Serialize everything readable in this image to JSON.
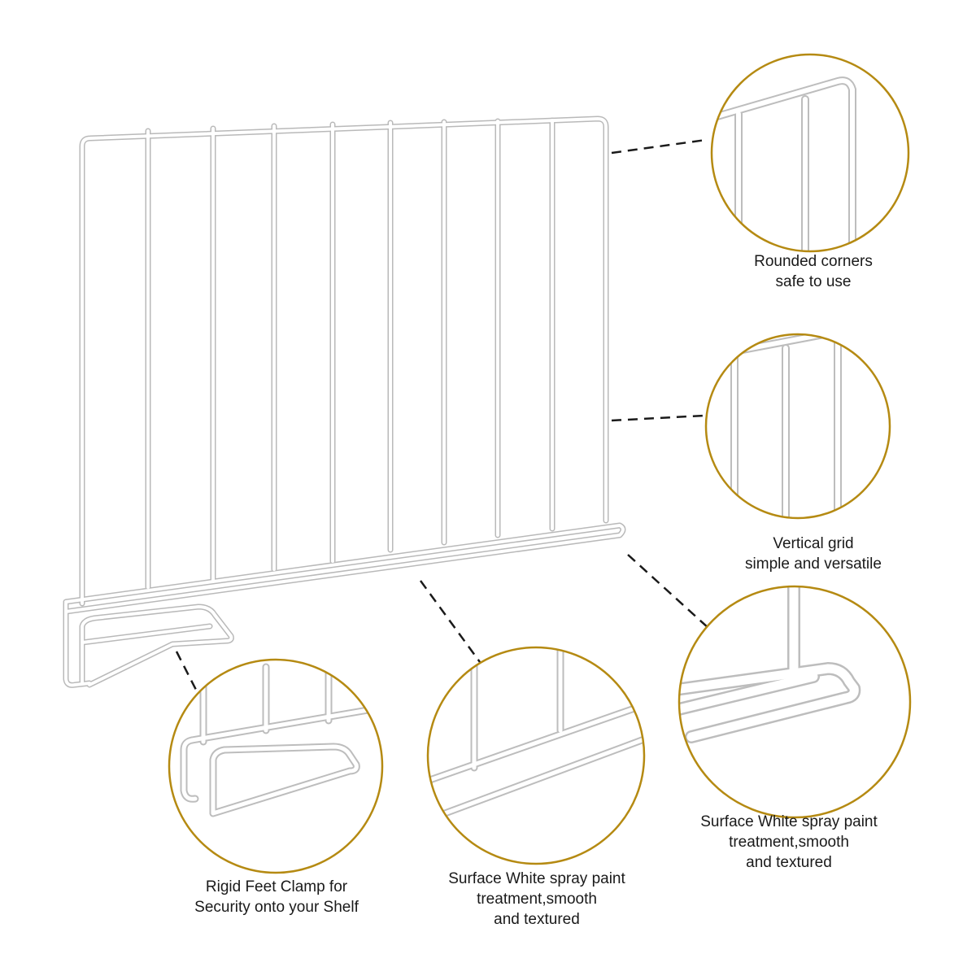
{
  "colors": {
    "background": "#ffffff",
    "ring": "#b58a12",
    "wire_fill": "#ffffff",
    "wire_edge": "#bdbdbd",
    "leader_line": "#1a1a1a",
    "text": "#1a1a1a"
  },
  "callouts": {
    "corners": {
      "line1": "Rounded corners",
      "line2": "safe to use"
    },
    "grid": {
      "line1": "Vertical grid",
      "line2": "simple and versatile"
    },
    "surface_right": {
      "line1": "Surface White spray paint",
      "line2": "treatment,smooth",
      "line3": "and textured"
    },
    "surface_middle": {
      "line1": "Surface White spray paint",
      "line2": "treatment,smooth",
      "line3": "and textured"
    },
    "feet": {
      "line1": "Rigid Feet Clamp for",
      "line2": "Security onto your Shelf"
    }
  }
}
